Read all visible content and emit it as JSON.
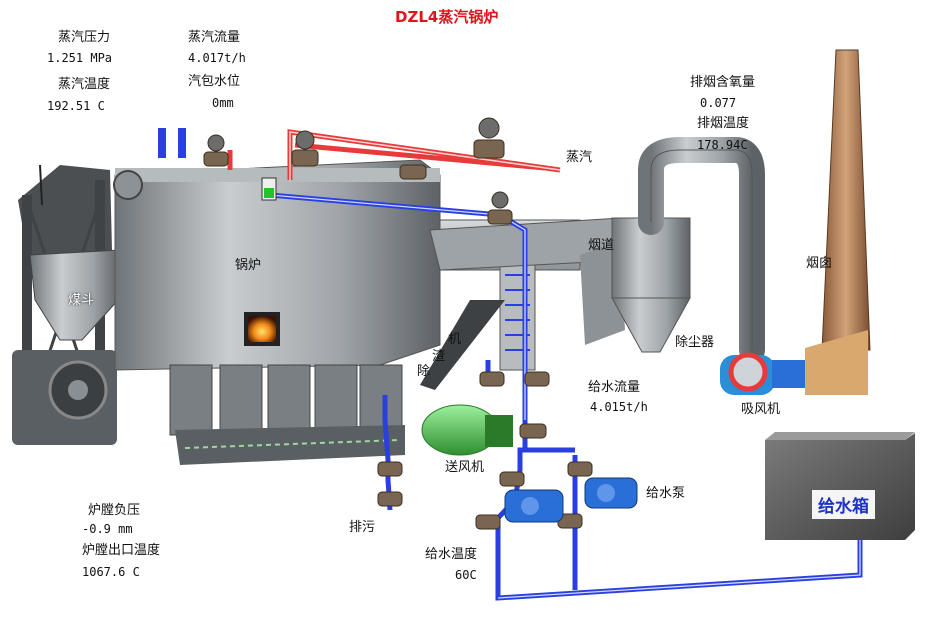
{
  "title": "DZL4蒸汽锅炉",
  "readings": {
    "steam_pressure_label": "蒸汽压力",
    "steam_pressure_value": "1.251 MPa",
    "steam_temp_label": "蒸汽温度",
    "steam_temp_value": "192.51 C",
    "steam_flow_label": "蒸汽流量",
    "steam_flow_value": "4.017t/h",
    "drum_level_label": "汽包水位",
    "drum_level_value": "0mm",
    "flue_o2_label": "排烟含氧量",
    "flue_o2_value": "0.077",
    "flue_temp_label": "排烟温度",
    "flue_temp_value": "178.94C",
    "feed_flow_label": "给水流量",
    "feed_flow_value": "4.015t/h",
    "furnace_pressure_label": "炉膛负压",
    "furnace_pressure_value": "-0.9 mm",
    "furnace_outlet_temp_label": "炉膛出口温度",
    "furnace_outlet_temp_value": "1067.6 C",
    "feed_temp_label": "给水温度",
    "feed_temp_value": "60C"
  },
  "components": {
    "steam": "蒸汽",
    "boiler": "锅炉",
    "coal_hopper": "煤斗",
    "flue": "烟道",
    "chimney": "烟囱",
    "dust_collector": "除尘器",
    "induced_fan": "吸风机",
    "slag_char_1": "机",
    "slag_char_2": "渣",
    "slag_char_3": "除",
    "blower": "送风机",
    "feed_pump": "给水泵",
    "drain": "排污",
    "water_tank": "给水箱"
  },
  "colors": {
    "title": "#e1141c",
    "steam_pipe": "#e83a3a",
    "water_pipe": "#2a3fe0",
    "tank_label": "#1f33c8",
    "blower": "#4cc24c",
    "pump": "#2a6fd8"
  }
}
